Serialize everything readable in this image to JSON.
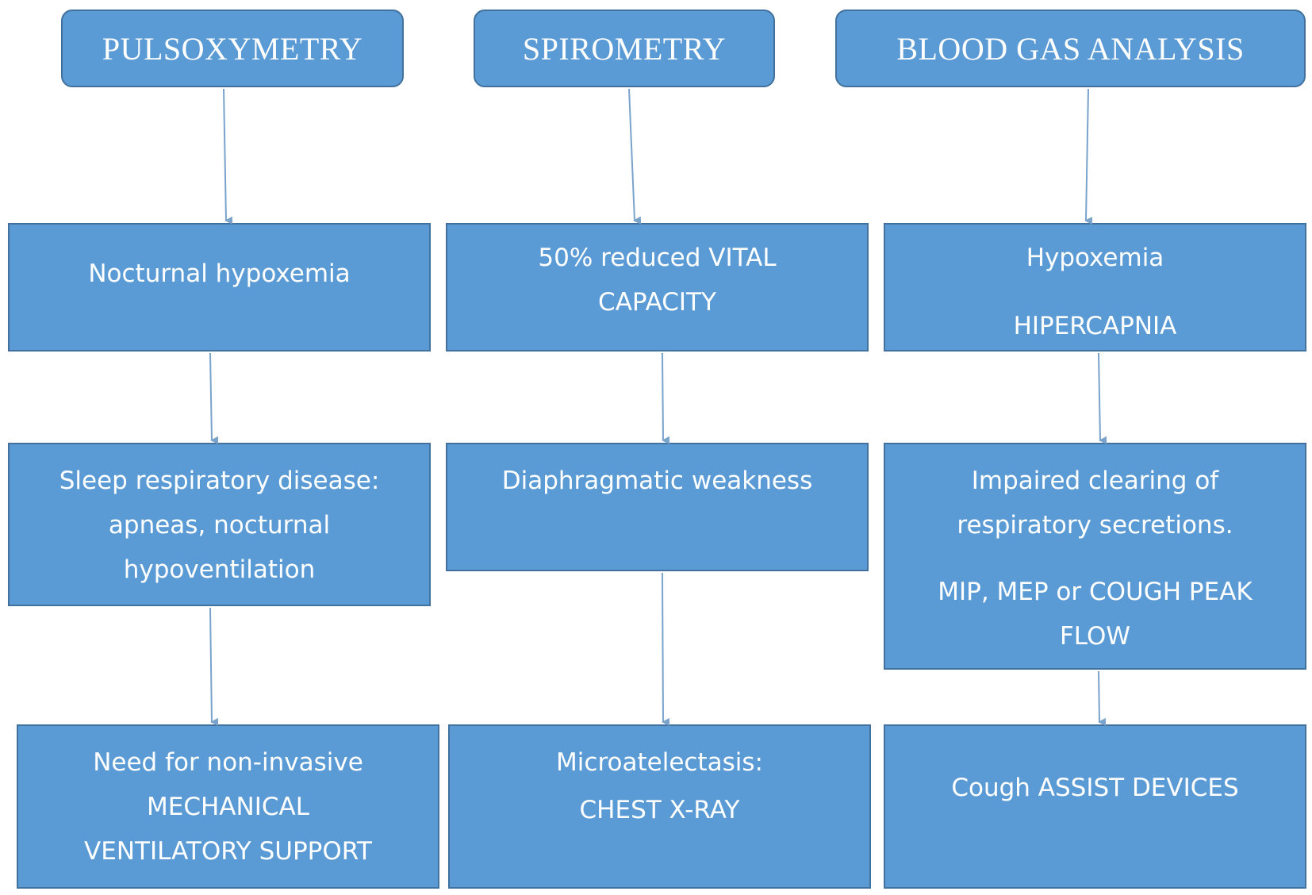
{
  "columns": [
    {
      "header": "PULSOXYMETRY",
      "steps": [
        {
          "lines": [
            "Nocturnal hypoxemia"
          ]
        },
        {
          "lines": [
            "Sleep respiratory disease:\napneas, nocturnal\nhypoventilation"
          ]
        },
        {
          "lines": [
            "Need for non-invasive\nMECHANICAL\nVENTILATORY SUPPORT"
          ]
        }
      ]
    },
    {
      "header": "SPIROMETRY",
      "steps": [
        {
          "lines": [
            "50% reduced VITAL\nCAPACITY"
          ]
        },
        {
          "lines": [
            "Diaphragmatic weakness"
          ]
        },
        {
          "lines": [
            "Microatelectasis:",
            "CHEST X-RAY"
          ]
        }
      ]
    },
    {
      "header": "BLOOD GAS ANALYSIS",
      "steps": [
        {
          "lines": [
            "Hypoxemia",
            "HIPERCAPNIA"
          ]
        },
        {
          "lines": [
            "Impaired clearing of\nrespiratory secretions.",
            "MIP, MEP or COUGH PEAK\nFLOW"
          ]
        },
        {
          "lines": [
            "Cough ASSIST DEVICES"
          ]
        }
      ]
    }
  ],
  "colors": {
    "box_fill": "#5b9bd5",
    "box_border": "#41719c",
    "text": "#ffffff",
    "arrow": "#7aa3cc"
  }
}
